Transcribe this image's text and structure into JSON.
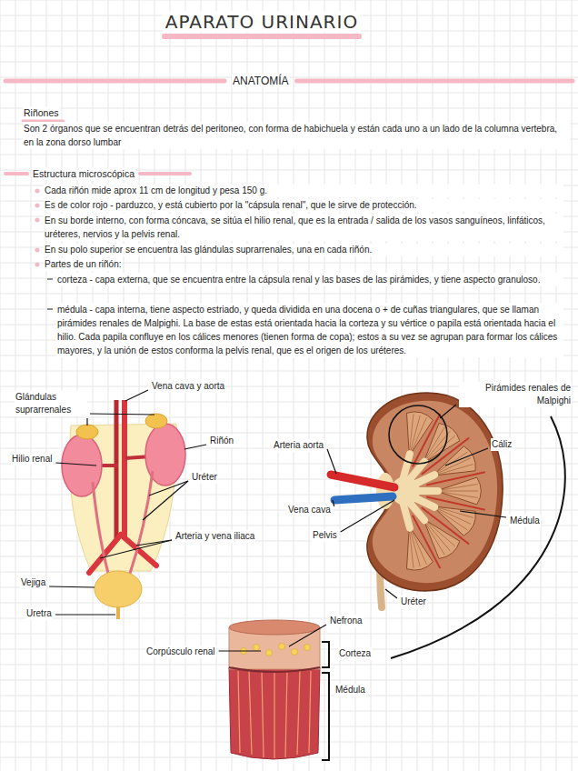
{
  "diagram": {
    "title": "APARATO URINARIO",
    "labels": [
      "ANATOMÍA",
      "Riñones",
      "Son 2 órganos que se encuentran detrás del peritoneo, con forma de habichuela y están cada uno a un lado de la columna vertebra, en la zona dorso lumbar",
      "Estructura microscópica",
      "Cada riñón mide aprox 11 cm de longitud y pesa 150 g.",
      "Es de color rojo - parduzco, y está cubierto por la \"cápsula renal\", que le sirve de protección.",
      "En su borde interno, con forma cóncava, se sitúa el hilio renal, que es la entrada / salida de los vasos sanguíneos, linfáticos, uréteres, nervios y la pelvis renal.",
      "En su polo superior se encuentra las glándulas suprarrenales, una en cada riñón.",
      "Partes de un riñón:",
      "corteza - capa externa, que se encuentra entre la cápsula renal y las bases de las pirámides, y tiene aspecto granuloso.",
      "médula - capa interna, tiene aspecto estriado, y queda dividida en una docena o + de cuñas triangulares, que se llaman pirámides renales de Malpighi. La base de estas está orientada hacia la corteza y su vértice o papila está orientada hacia el hilio. Cada papila confluye en los cálices menores (tienen forma de copa); estos a su vez se agrupan para formar los cálices mayores, y la unión de estos conforma la pelvis renal, que es el origen de los uréteres.",
      "Vena cava y aorta",
      "Glándulas suprarrenales",
      "Riñón",
      "Hilio renal",
      "Uréter",
      "Arteria y vena iliaca",
      "Vejiga",
      "Uretra",
      "Pirámides renales de Malpighi",
      "Arteria aorta",
      "Cáliz",
      "Vena cava",
      "Médula",
      "Pelvis",
      "Uréter",
      "Nefrona",
      "Corpúsculo renal",
      "Corteza",
      "Médula"
    ]
  }
}
